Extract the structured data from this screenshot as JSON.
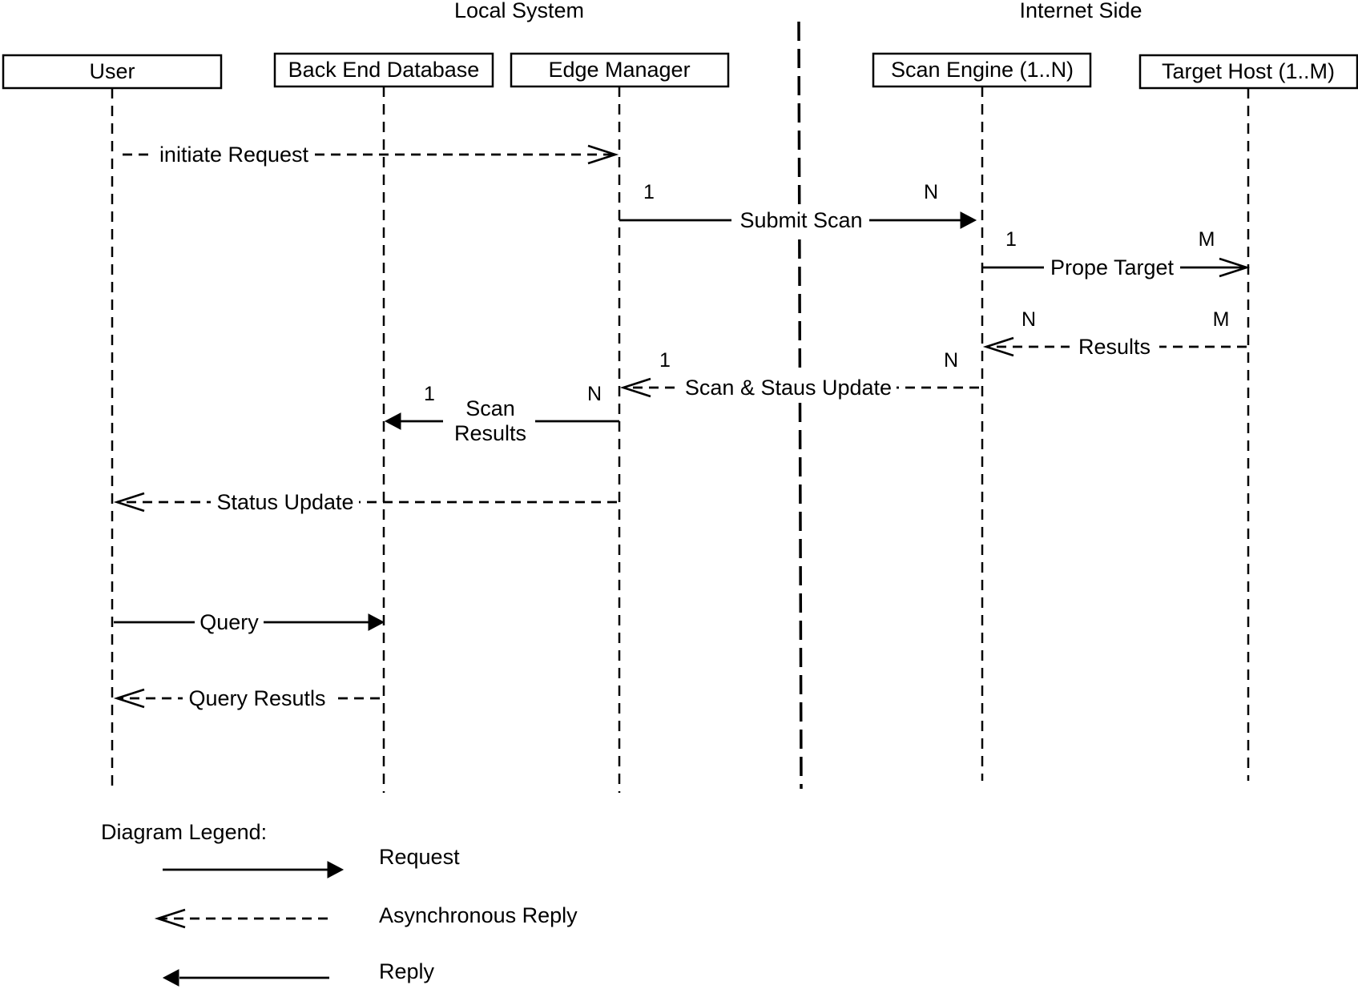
{
  "zones": {
    "local": "Local System",
    "internet": "Internet Side"
  },
  "participants": [
    {
      "id": "user",
      "label": "User"
    },
    {
      "id": "db",
      "label": "Back End Database"
    },
    {
      "id": "edge",
      "label": "Edge Manager"
    },
    {
      "id": "scan",
      "label": "Scan Engine (1..N)"
    },
    {
      "id": "target",
      "label": "Target Host (1..M)"
    }
  ],
  "messages": [
    {
      "id": "initiate",
      "label": "initiate Request",
      "from": "user",
      "to": "edge",
      "type": "async",
      "mult_from": "",
      "mult_to": ""
    },
    {
      "id": "submit",
      "label": "Submit Scan",
      "from": "edge",
      "to": "scan",
      "type": "request",
      "mult_from": "1",
      "mult_to": "N"
    },
    {
      "id": "probe",
      "label": "Prope Target",
      "from": "scan",
      "to": "target",
      "type": "request-open",
      "mult_from": "1",
      "mult_to": "M"
    },
    {
      "id": "results",
      "label": "Results",
      "from": "target",
      "to": "scan",
      "type": "async",
      "mult_from": "M",
      "mult_to": "N"
    },
    {
      "id": "scan-status",
      "label": "Scan & Staus Update",
      "from": "scan",
      "to": "edge",
      "type": "async",
      "mult_from": "N",
      "mult_to": "1"
    },
    {
      "id": "scan-results",
      "label_line1": "Scan",
      "label_line2": "Results",
      "from": "edge",
      "to": "db",
      "type": "reply",
      "mult_from": "N",
      "mult_to": "1"
    },
    {
      "id": "status-update",
      "label": "Status Update",
      "from": "edge",
      "to": "user",
      "type": "async"
    },
    {
      "id": "query",
      "label": "Query",
      "from": "user",
      "to": "db",
      "type": "request"
    },
    {
      "id": "query-results",
      "label": "Query Resutls",
      "from": "db",
      "to": "user",
      "type": "async"
    }
  ],
  "legend": {
    "title": "Diagram Legend:",
    "items": [
      {
        "label": "Request",
        "type": "request"
      },
      {
        "label": "Asynchronous Reply",
        "type": "async"
      },
      {
        "label": "Reply",
        "type": "reply"
      }
    ]
  }
}
